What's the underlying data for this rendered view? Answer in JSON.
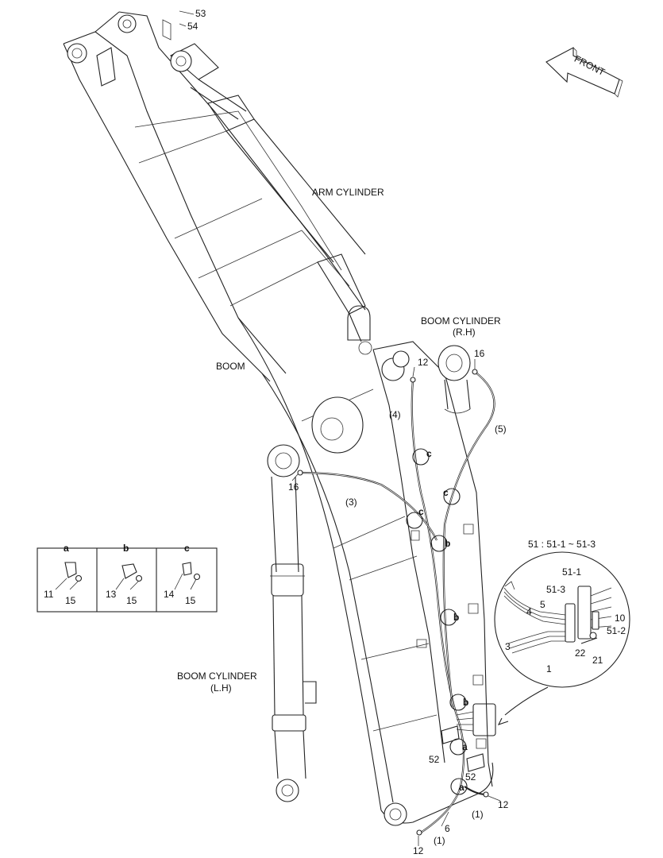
{
  "labels": {
    "arm_cylinder": "ARM CYLINDER",
    "boom": "BOOM",
    "boom_cylinder_rh_1": "BOOM CYLINDER",
    "boom_cylinder_rh_2": "(R.H)",
    "boom_cylinder_lh_1": "BOOM CYLINDER",
    "boom_cylinder_lh_2": "(L.H)",
    "front": "FRONT",
    "detail_title": "51 : 51-1 ~ 51-3"
  },
  "callouts": {
    "p53": "53",
    "p54": "54",
    "p12_top": "12",
    "p16_rh": "16",
    "p4": "(4)",
    "p5": "(5)",
    "p16_lh": "16",
    "p3": "(3)",
    "p52_a": "52",
    "p52_b": "52",
    "p12_bottom_r": "12",
    "p1_r": "(1)",
    "p6": "6",
    "p1_b": "(1)",
    "p12_bottom": "12",
    "c1": "c",
    "c2": "c",
    "c3": "c",
    "b1": "b",
    "b2": "b",
    "b3": "b",
    "a1": "a",
    "a2": "a"
  },
  "detail": {
    "d51_1": "51-1",
    "d51_3": "51-3",
    "d4": "4",
    "d5": "5",
    "d3": "3",
    "d1": "1",
    "d10": "10",
    "d51_2": "51-2",
    "d22": "22",
    "d21": "21"
  },
  "clamp_legend": {
    "a": {
      "title": "a",
      "part1": "11",
      "part2": "15"
    },
    "b": {
      "title": "b",
      "part1": "13",
      "part2": "15"
    },
    "c": {
      "title": "c",
      "part1": "14",
      "part2": "15"
    }
  }
}
